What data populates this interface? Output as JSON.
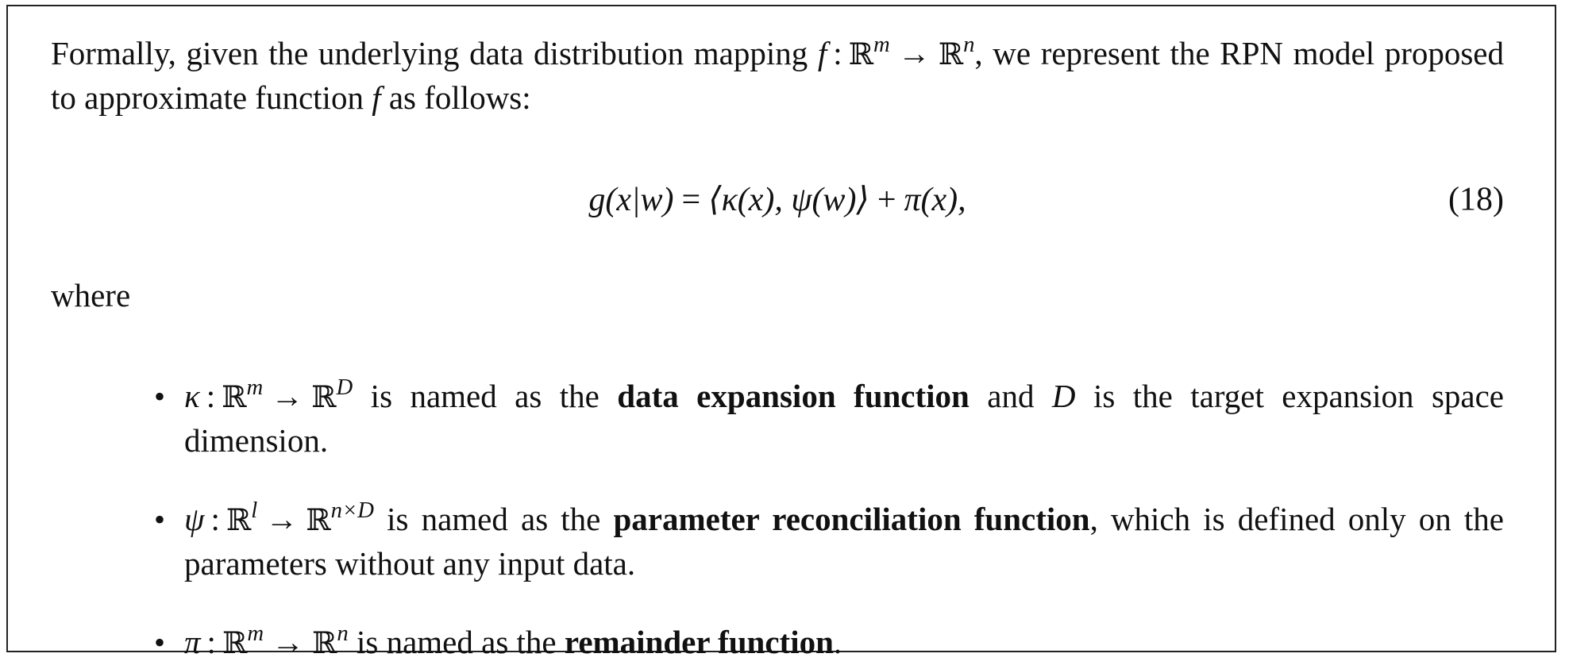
{
  "intro": {
    "part1": "Formally, given the underlying data distribution mapping ",
    "f_symbol": "f",
    "f_colon": ":",
    "domain_R": "ℝ",
    "domain_exp": "m",
    "arrow": "→",
    "codomain_R": "ℝ",
    "codomain_exp": "n",
    "part2": ", we represent the RPN model proposed to approximate function ",
    "f_symbol2": "f",
    "part3": " as follows:"
  },
  "equation": {
    "lhs": "g(x|w)",
    "eq_sign": "=",
    "rhs_inner": "⟨κ(x), ψ(w)⟩",
    "plus": "+",
    "remainder": "π(x),",
    "number": "(18)"
  },
  "where_text": "where",
  "definitions": [
    {
      "bullet": "•",
      "symbol": "κ",
      "colon": ":",
      "from_R": "ℝ",
      "from_exp": "m",
      "arrow": "→",
      "to_R": "ℝ",
      "to_exp": "D",
      "pre": " is named as the ",
      "term": "data expansion function",
      "mid": " and ",
      "var": "D",
      "post": " is the target expansion space dimension."
    },
    {
      "bullet": "•",
      "symbol": "ψ",
      "colon": ":",
      "from_R": "ℝ",
      "from_exp": "l",
      "arrow": "→",
      "to_R": "ℝ",
      "to_exp": "n×D",
      "pre": " is named as the ",
      "term": "parameter reconciliation function",
      "post": ", which is defined only on the parameters without any input data."
    },
    {
      "bullet": "•",
      "symbol": "π",
      "colon": ":",
      "from_R": "ℝ",
      "from_exp": "m",
      "arrow": "→",
      "to_R": "ℝ",
      "to_exp": "n",
      "pre": " is named as the ",
      "term": "remainder function",
      "post": "."
    }
  ]
}
